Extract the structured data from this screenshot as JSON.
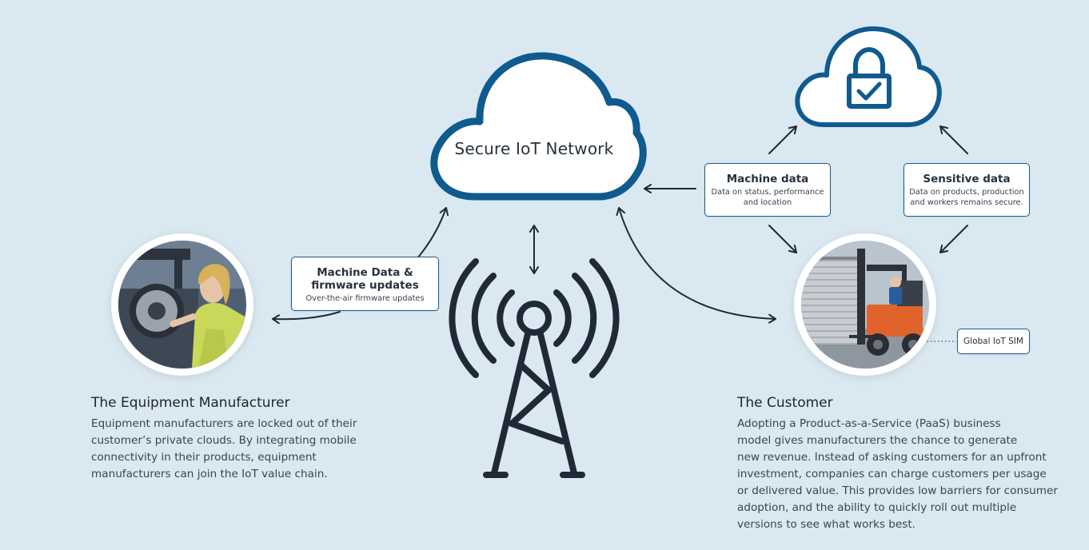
{
  "network": {
    "label": "Secure IoT Network"
  },
  "boxes": {
    "firmware": {
      "title_line1": "Machine Data &",
      "title_line2": "firmware updates",
      "desc": "Over-the-air firmware updates"
    },
    "machine": {
      "title": "Machine data",
      "desc_line1": "Data on status, performance",
      "desc_line2": "and location"
    },
    "sensitive": {
      "title": "Sensitive data",
      "desc_line1": "Data on products, production",
      "desc_line2": "and workers remains secure."
    },
    "sim": {
      "label": "Global IoT SIM"
    }
  },
  "manufacturer": {
    "heading": "The Equipment Manufacturer",
    "lines": [
      "Equipment manufacturers are locked out of their",
      "customer’s private clouds. By integrating mobile",
      "connectivity in their products, equipment",
      "manufacturers can join the IoT value chain."
    ]
  },
  "customer": {
    "heading": "The Customer",
    "lines": [
      "Adopting a Product-as-a-Service (PaaS) business",
      "model gives manufacturers the chance to generate",
      "new revenue. Instead of asking customers for an upfront",
      "investment, companies can charge customers per usage",
      "or delivered value. This provides low barriers for consumer",
      "adoption, and the ability to quickly roll out multiple",
      "versions to see what works best."
    ]
  },
  "icons": [
    "cloud-icon",
    "lock-cloud-icon",
    "radio-tower-icon",
    "arrow-icon"
  ],
  "colors": {
    "background": "#d9e8f1",
    "cloud_stroke": "#0f5a8e",
    "arrow": "#1f2a36",
    "box_border": "#1d5a8c"
  }
}
